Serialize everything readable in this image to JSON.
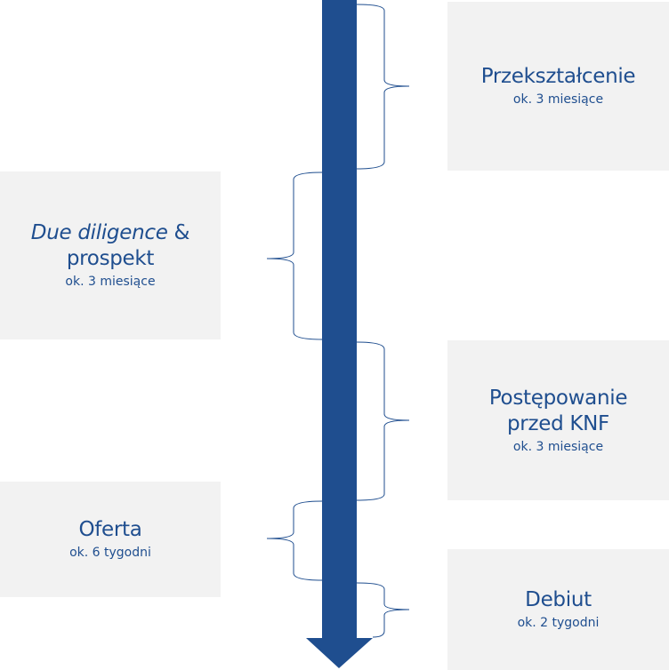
{
  "colors": {
    "accent": "#1f4e8f",
    "box_fill": "#f2f2f2",
    "bracket": "#1f4e8f"
  },
  "stages": [
    {
      "title": "Przekształcenie",
      "duration": "ok. 3 miesiące"
    },
    {
      "title_italic": "Due diligence",
      "title_rest": " &",
      "title_line2": "prospekt",
      "duration": "ok. 3 miesiące"
    },
    {
      "title": "Postępowanie",
      "title_line2": "przed KNF",
      "duration": "ok. 3 miesiące"
    },
    {
      "title": "Oferta",
      "duration": "ok. 6 tygodni"
    },
    {
      "title": "Debiut",
      "duration": "ok. 2 tygodni"
    }
  ]
}
